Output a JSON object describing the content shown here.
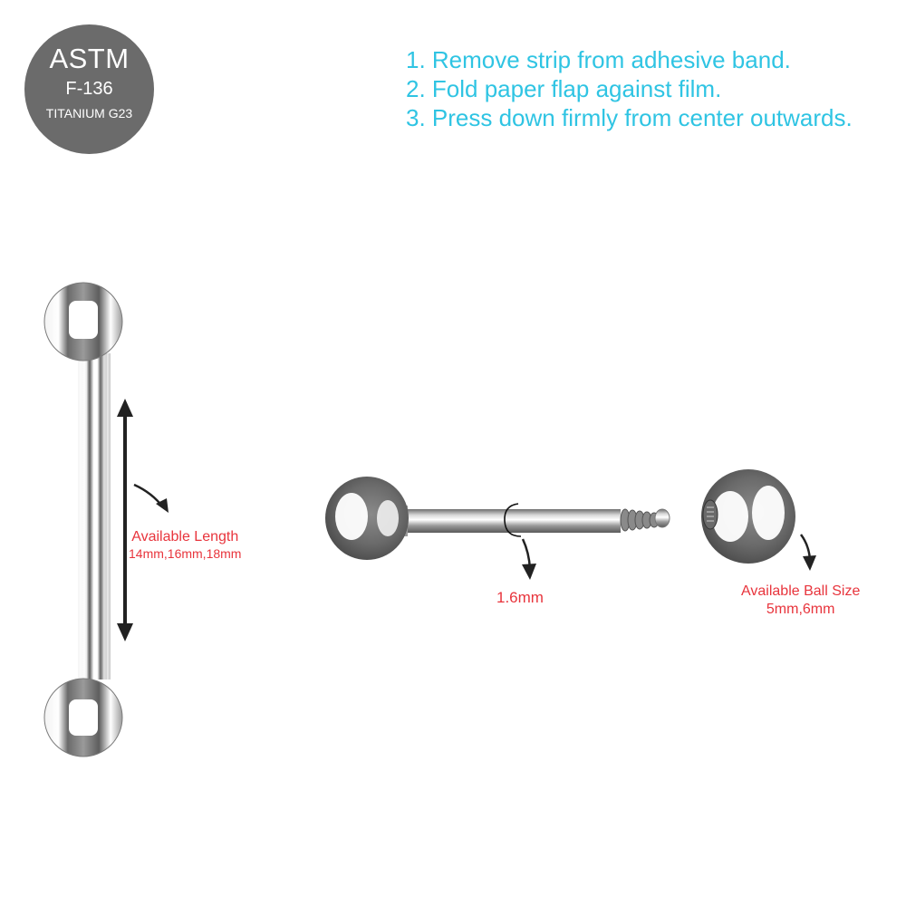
{
  "badge": {
    "standard": "ASTM",
    "spec": "F-136",
    "material": "TITANIUM G23",
    "color": "#6b6b6b"
  },
  "instructions": {
    "color": "#2fc4e3",
    "steps": [
      "1. Remove strip from adhesive band.",
      "2. Fold paper flap against film.",
      "3. Press down firmly from center outwards."
    ]
  },
  "annotations": {
    "color": "#e8343c",
    "length": {
      "label": "Available Length",
      "values": "14mm,16mm,18mm"
    },
    "gauge": {
      "label": "1.6mm"
    },
    "ball": {
      "label": "Available Ball Size",
      "values": "5mm,6mm"
    }
  },
  "illustrations": {
    "vertical_barbell": "straight-barbell-vertical",
    "horizontal_barbell": "barbell-with-threaded-end",
    "loose_ball": "threaded-ball"
  }
}
